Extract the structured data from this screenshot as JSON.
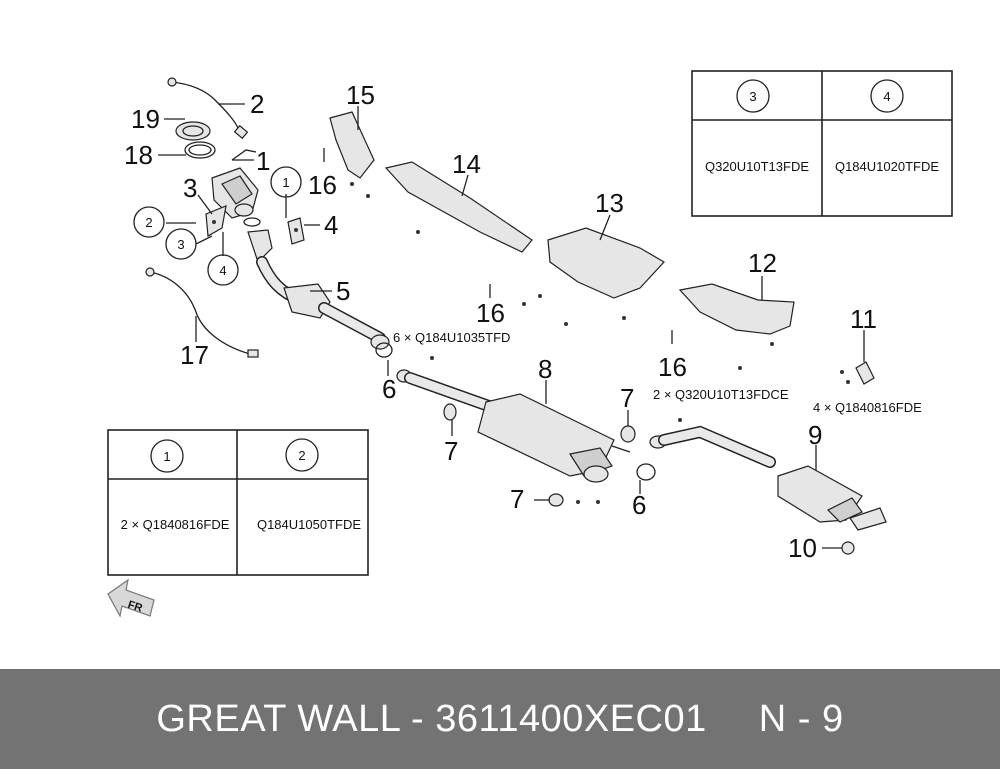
{
  "callouts": {
    "c1": "1",
    "c2": "2",
    "c3": "3",
    "c4": "4",
    "c5": "5",
    "c6a": "6",
    "c6b": "6",
    "c7a": "7",
    "c7b": "7",
    "c7c": "7",
    "c8": "8",
    "c9": "9",
    "c10": "10",
    "c11": "11",
    "c12": "12",
    "c13": "13",
    "c14": "14",
    "c15": "15",
    "c16a": "16",
    "c16b": "16",
    "c16c": "16",
    "c17": "17",
    "c18": "18",
    "c19": "19"
  },
  "circled_refs": {
    "r1": "1",
    "r2": "2",
    "r3": "3",
    "r4": "4"
  },
  "annotations": {
    "bolts_6": "6 × Q184U1035TFD",
    "bolts_2": "2 × Q320U10T13FDCE",
    "bolts_4": "4 × Q1840816FDE"
  },
  "table_top": {
    "headers": [
      "3",
      "4"
    ],
    "values": [
      "Q320U10T13FDE",
      "Q184U1020TFDE"
    ]
  },
  "table_bottom": {
    "headers": [
      "1",
      "2"
    ],
    "values": [
      "2 × Q1840816FDE",
      "Q184U1050TFDE"
    ]
  },
  "fr_label": "FR",
  "footer": {
    "text": "GREAT WALL - 3611400XEC01",
    "code": "N - 9"
  }
}
